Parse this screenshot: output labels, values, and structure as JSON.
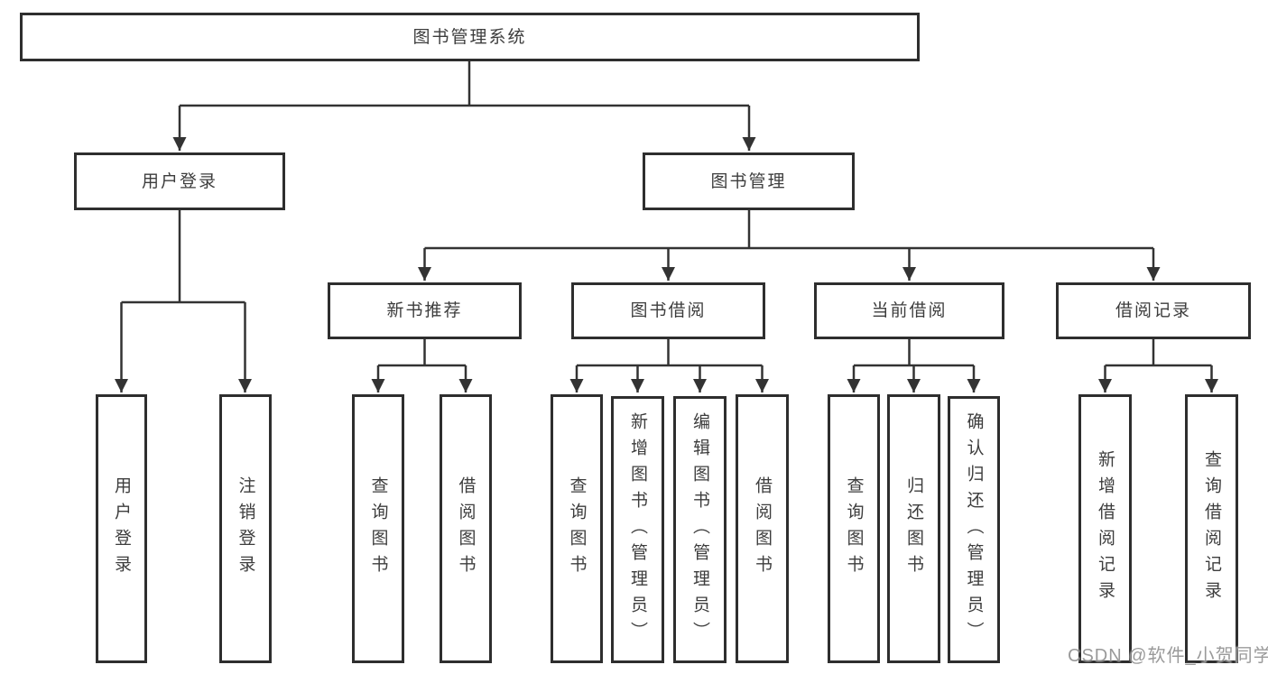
{
  "tree": {
    "root": "图书管理系统",
    "children": [
      {
        "label": "用户登录",
        "children": [
          "用户登录",
          "注销登录"
        ]
      },
      {
        "label": "图书管理",
        "children": [
          {
            "label": "新书推荐",
            "children": [
              "查询图书",
              "借阅图书"
            ]
          },
          {
            "label": "图书借阅",
            "children": [
              "查询图书",
              "新增图书（管理员）",
              "编辑图书（管理员）",
              "借阅图书"
            ]
          },
          {
            "label": "当前借阅",
            "children": [
              "查询图书",
              "归还图书",
              "确认归还（管理员）"
            ]
          },
          {
            "label": "借阅记录",
            "children": [
              "新增借阅记录",
              "查询借阅记录"
            ]
          }
        ]
      }
    ]
  },
  "watermark": "CSDN @软件_小贺同学",
  "colors": {
    "line": "#333333",
    "box_border": "#2e2e2e",
    "text": "#3d3d3d",
    "watermark": "#8c8c8c",
    "background": "#ffffff"
  }
}
